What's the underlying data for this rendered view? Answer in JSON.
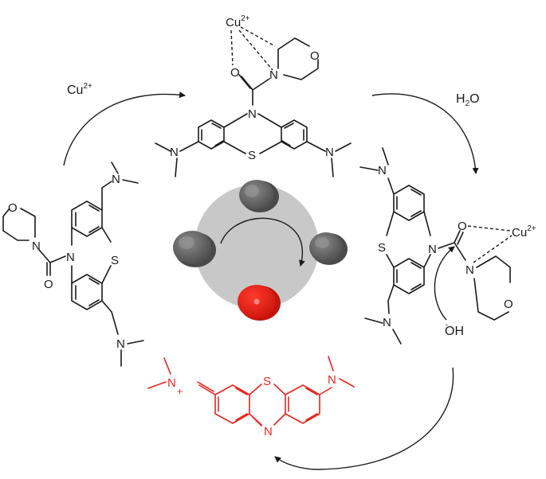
{
  "labels": {
    "cu_reagent": "Cu",
    "cu_reagent_charge": "2+",
    "water": "H",
    "water_sub": "2",
    "water_o": "O",
    "hydroxide_charge": "-",
    "hydroxide": "OH"
  },
  "atoms": {
    "cu": "Cu",
    "cu_charge": "2+",
    "o": "O",
    "n": "N",
    "s": "S",
    "plus": "+"
  },
  "colors": {
    "ink": "#1a1a1a",
    "product": "#e8261c",
    "disc_large": "#c8c8c8",
    "disc_small": "#6e6e6e",
    "disc_active": "#e8261c"
  }
}
